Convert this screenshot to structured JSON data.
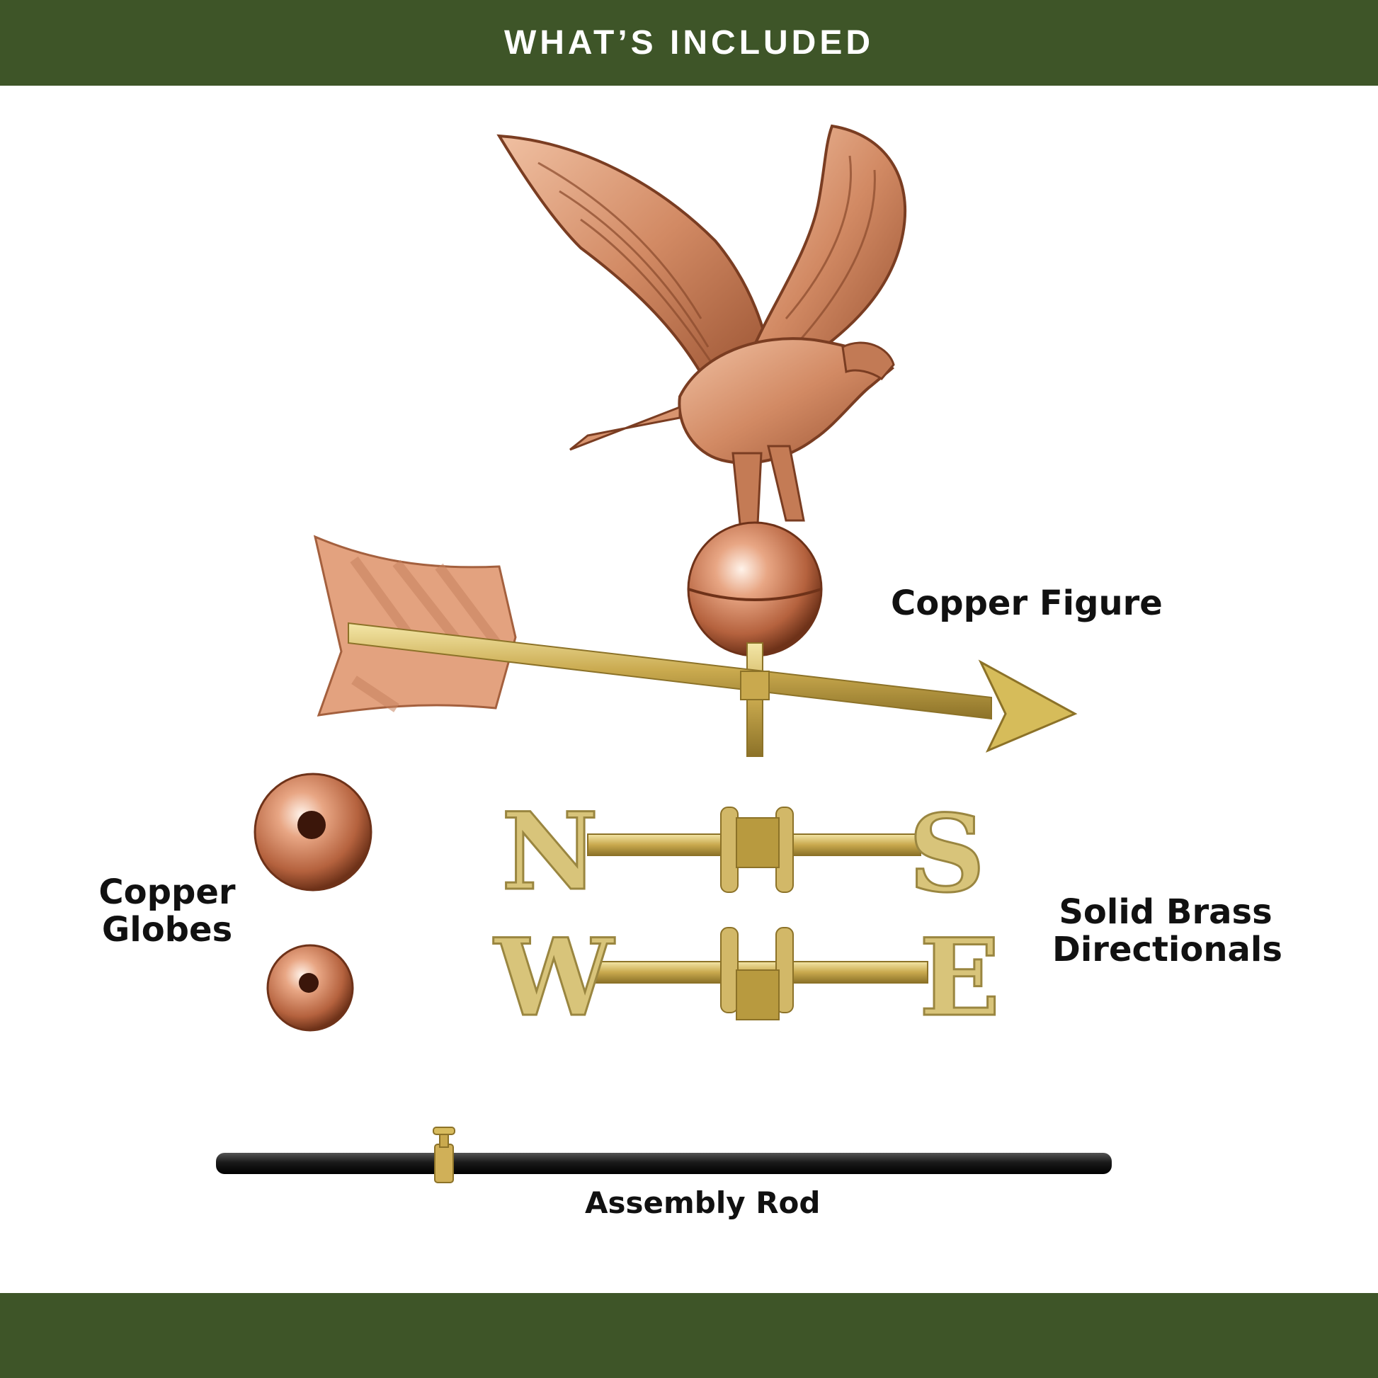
{
  "header": {
    "title": "WHAT’S INCLUDED"
  },
  "labels": {
    "copper_figure": "Copper Figure",
    "copper_globes_line1": "Copper",
    "copper_globes_line2": "Globes",
    "brass_line1": "Solid Brass",
    "brass_line2": "Directionals",
    "assembly_rod": "Assembly Rod"
  },
  "directionals": {
    "north": "N",
    "south": "S",
    "west": "W",
    "east": "E"
  },
  "colors": {
    "band": "#3e5528",
    "copper": "#d9926e",
    "copper_dark": "#8a4a2c",
    "brass": "#d8c47a",
    "brass_dark": "#9a8640",
    "rod": "#1c1c1c"
  }
}
